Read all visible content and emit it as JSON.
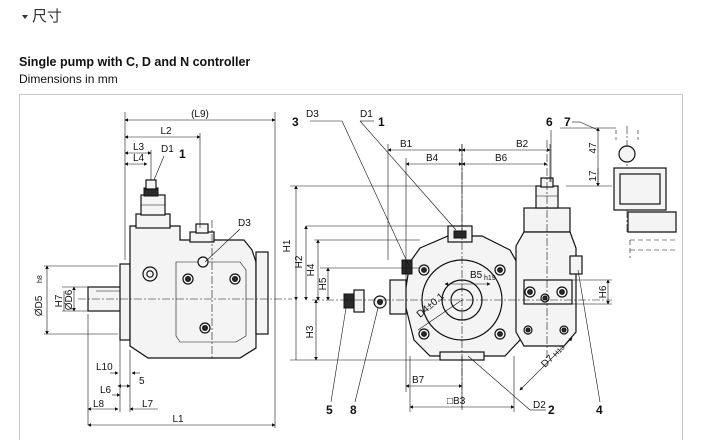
{
  "section": {
    "title": "尺寸"
  },
  "heading": {
    "title": "Single pump with C, D and N controller",
    "subtitle": "Dimensions in mm"
  },
  "drawing": {
    "labels": {
      "L9": "(L9)",
      "L2": "L2",
      "L3": "L3",
      "L4": "L4",
      "D1": "D1",
      "D3": "D3",
      "D5": "ØD5",
      "D5_tol": "h8",
      "D6": "ØD6",
      "H7": "H7",
      "L10": "L10",
      "L5": "5",
      "L6": "L6",
      "L8": "L8",
      "L7": "L7",
      "L1": "L1",
      "H1": "H1",
      "H2": "H2",
      "H3": "H3",
      "H4": "H4",
      "H5": "H5",
      "H6": "H6",
      "B1": "B1",
      "B2": "B2",
      "B4": "B4",
      "B6": "B6",
      "B5": "B5",
      "B5_tol": "h19",
      "B7": "B7",
      "B3": "□B3",
      "D2": "D2",
      "D4": "D4±0.1",
      "D7": "D7",
      "D7_tol": "H13",
      "dim47": "47",
      "dim17": "17"
    },
    "callouts": [
      "1",
      "3",
      "1",
      "6",
      "7",
      "5",
      "8",
      "2",
      "4"
    ]
  }
}
